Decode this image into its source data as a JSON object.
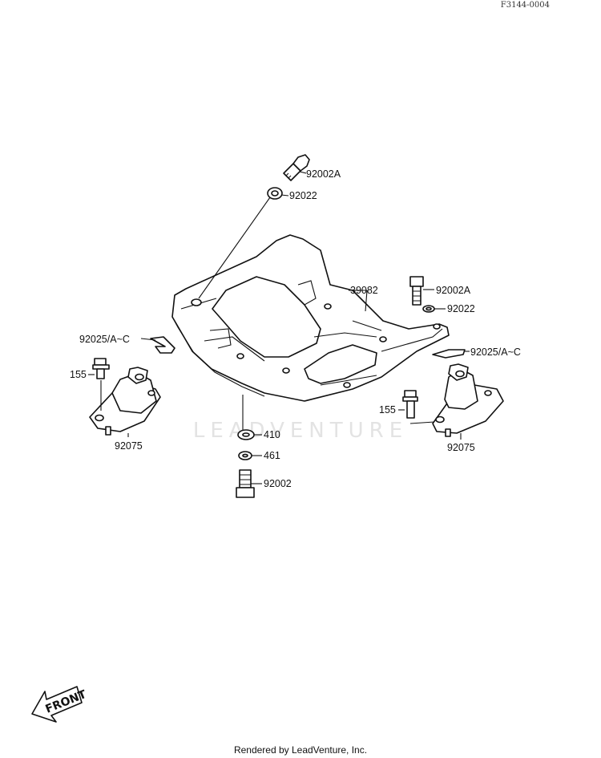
{
  "document_id": "F3144-0004",
  "watermark": "LEADVENTURE",
  "footer": "Rendered by LeadVenture, Inc.",
  "front_label": "FRONT",
  "callouts": {
    "bolt_top": "92002A",
    "washer_top": "92022",
    "plate": "39082",
    "bolt_right": "92002A",
    "washer_right": "92022",
    "clip_left": "92025/A~C",
    "clip_right": "92025/A~C",
    "bolt_155_left": "155",
    "bolt_155_right": "155",
    "mount_left": "92075",
    "mount_right": "92075",
    "washer_410": "410",
    "washer_461": "461",
    "bolt_bottom": "92002"
  }
}
